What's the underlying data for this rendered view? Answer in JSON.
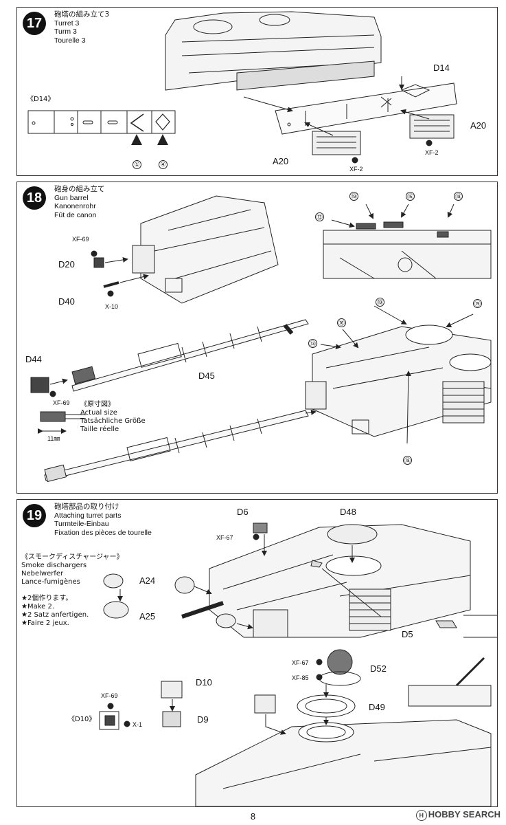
{
  "steps": [
    {
      "number": "17",
      "title_jp": "砲塔の組み立て3",
      "title_en": "Turret 3",
      "title_de": "Turm 3",
      "title_fr": "Tourelle 3"
    },
    {
      "number": "18",
      "title_jp": "砲身の組み立て",
      "title_en": "Gun barrel",
      "title_de": "Kanonenrohr",
      "title_fr": "Fût de canon"
    },
    {
      "number": "19",
      "title_jp": "砲塔部品の取り付け",
      "title_en": "Attaching turret parts",
      "title_de": "Turmteile-Einbau",
      "title_fr": "Fixation des pièces de tourelle"
    }
  ],
  "step17": {
    "inset_label": "《D14》",
    "callouts": [
      "①",
      "④"
    ],
    "parts": {
      "d14": "D14",
      "a20_left": "A20",
      "a20_right": "A20"
    },
    "paints": {
      "left": "XF-2",
      "right": "XF-2"
    }
  },
  "step18": {
    "parts": {
      "d20": "D20",
      "d40": "D40",
      "d44": "D44",
      "d45": "D45"
    },
    "paints": {
      "d20": "XF-69",
      "d40": "X-10",
      "d44": "XF-69"
    },
    "actual_size": {
      "jp": "《原寸図》",
      "en": "Actual size",
      "de": "Tatsächliche Größe",
      "fr": "Taille réelle",
      "measure": "11㎜"
    },
    "callouts": [
      "⑲",
      "⑯",
      "⑱",
      "⑬",
      "⑲",
      "⑲",
      "⑯",
      "⑬",
      "⑱"
    ]
  },
  "step19": {
    "smoke": {
      "jp": "《スモークディスチャージャー》",
      "en": "Smoke dischargers",
      "de": "Nebelwerfer",
      "fr": "Lance-fumigènes"
    },
    "make": {
      "jp": "★2個作ります。",
      "en": "★Make 2.",
      "de": "★2 Satz anfertigen.",
      "fr": "★Faire 2 jeux."
    },
    "parts": {
      "d6": "D6",
      "d48": "D48",
      "a24": "A24",
      "a25": "A25",
      "d5": "D5",
      "d52": "D52",
      "d49": "D49",
      "d10": "D10",
      "d9": "D9",
      "d10_inset": "《D10》"
    },
    "paints": {
      "d6": "XF-67",
      "d52_a": "XF-67",
      "d52_b": "XF-85",
      "d10_a": "XF-69",
      "d10_b": "X-1"
    }
  },
  "page_number": "8",
  "watermark": "HOBBY SEARCH"
}
